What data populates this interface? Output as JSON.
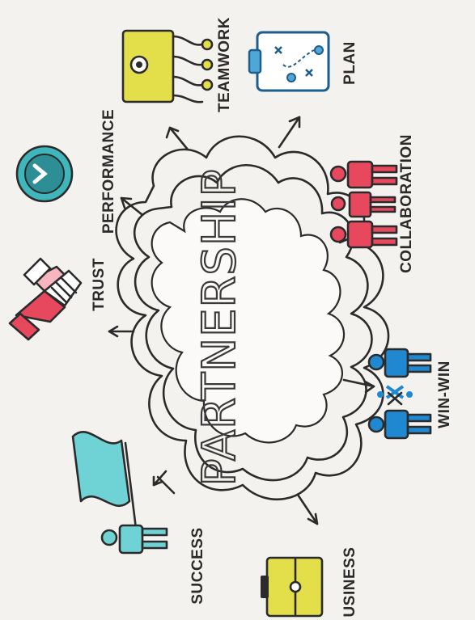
{
  "center": {
    "title": "PARTNERSHIP"
  },
  "nodes": [
    {
      "key": "teamwork",
      "label": "TEAMWORK",
      "icon": "teamwork-icon",
      "color": "#e3df4b"
    },
    {
      "key": "plan",
      "label": "PLAN",
      "icon": "clipboard-plan-icon",
      "color": "#4fa7d6"
    },
    {
      "key": "performance",
      "label": "PERFORMANCE",
      "icon": "performance-icon",
      "color": "#3fb6bc"
    },
    {
      "key": "collaboration",
      "label": "COLLABORATION",
      "icon": "collaboration-icon",
      "color": "#e8485e"
    },
    {
      "key": "trust",
      "label": "TRUST",
      "icon": "handshake-icon",
      "color": "#e8485e"
    },
    {
      "key": "win_win",
      "label": "WIN-WIN",
      "icon": "win-win-icon",
      "color": "#1f88d0"
    },
    {
      "key": "success",
      "label": "SUCCESS",
      "icon": "flag-person-icon",
      "color": "#6fd3d6"
    },
    {
      "key": "business",
      "label": "USINESS",
      "icon": "briefcase-icon",
      "color": "#e3df4b"
    }
  ]
}
